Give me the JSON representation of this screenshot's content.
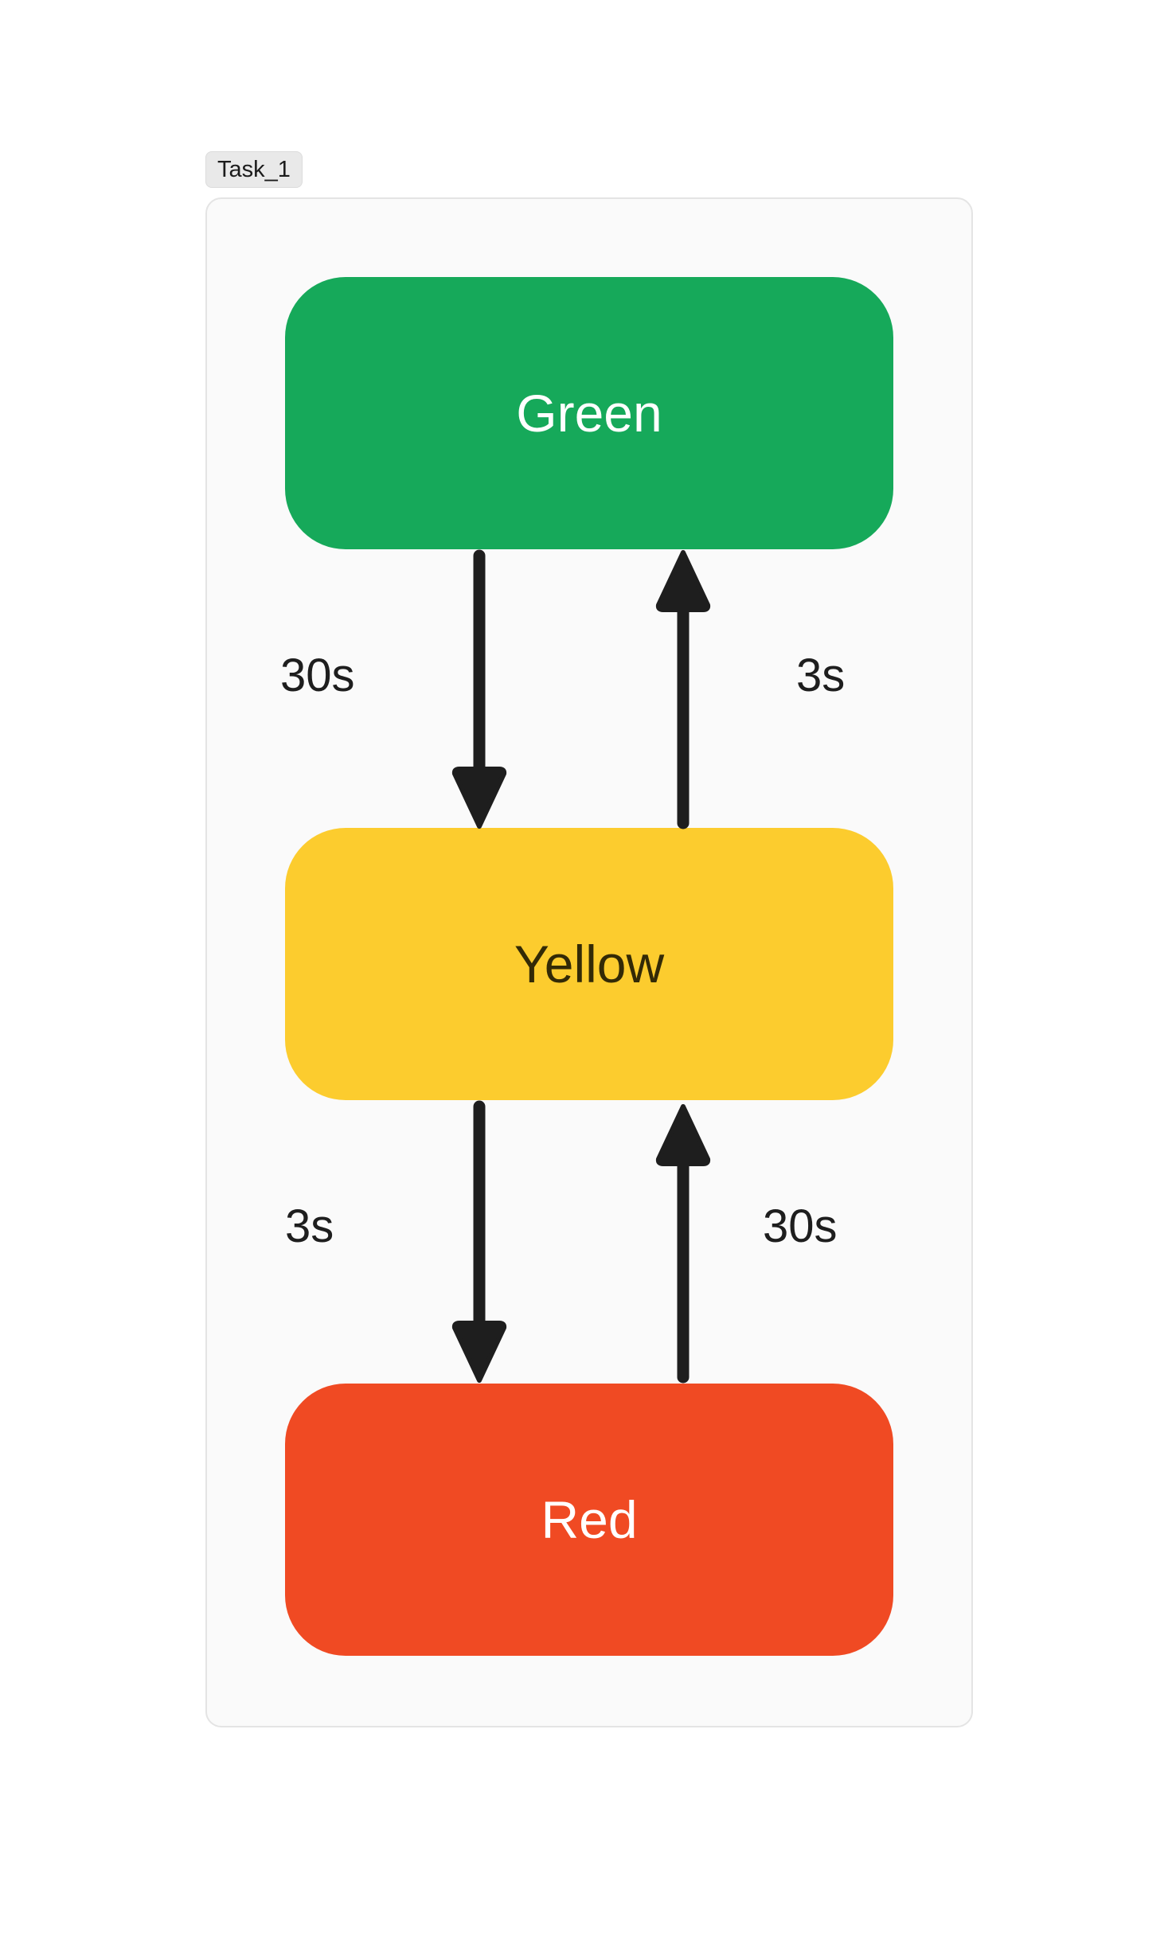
{
  "diagram": {
    "type": "state-diagram",
    "subgraph": {
      "label": "Task_1",
      "border_color": "#E4E4E4",
      "background_color": "#FAFAFA",
      "label_background_color": "#E9E9E9"
    },
    "states": [
      {
        "id": "green",
        "label": "Green",
        "fill": "#16A95A",
        "text_color": "#FFFFFF"
      },
      {
        "id": "yellow",
        "label": "Yellow",
        "fill": "#FCCC2E",
        "text_color": "#332A06"
      },
      {
        "id": "red",
        "label": "Red",
        "fill": "#F04A23",
        "text_color": "#FFFFFF"
      }
    ],
    "transitions": [
      {
        "id": "green-to-yellow",
        "from": "Green",
        "to": "Yellow",
        "label": "30s",
        "direction": "down"
      },
      {
        "id": "yellow-to-green",
        "from": "Yellow",
        "to": "Green",
        "label": "3s",
        "direction": "up"
      },
      {
        "id": "yellow-to-red",
        "from": "Yellow",
        "to": "Red",
        "label": "3s",
        "direction": "down"
      },
      {
        "id": "red-to-yellow",
        "from": "Red",
        "to": "Yellow",
        "label": "30s",
        "direction": "up"
      }
    ],
    "edge_color": "#1E1E1E"
  }
}
